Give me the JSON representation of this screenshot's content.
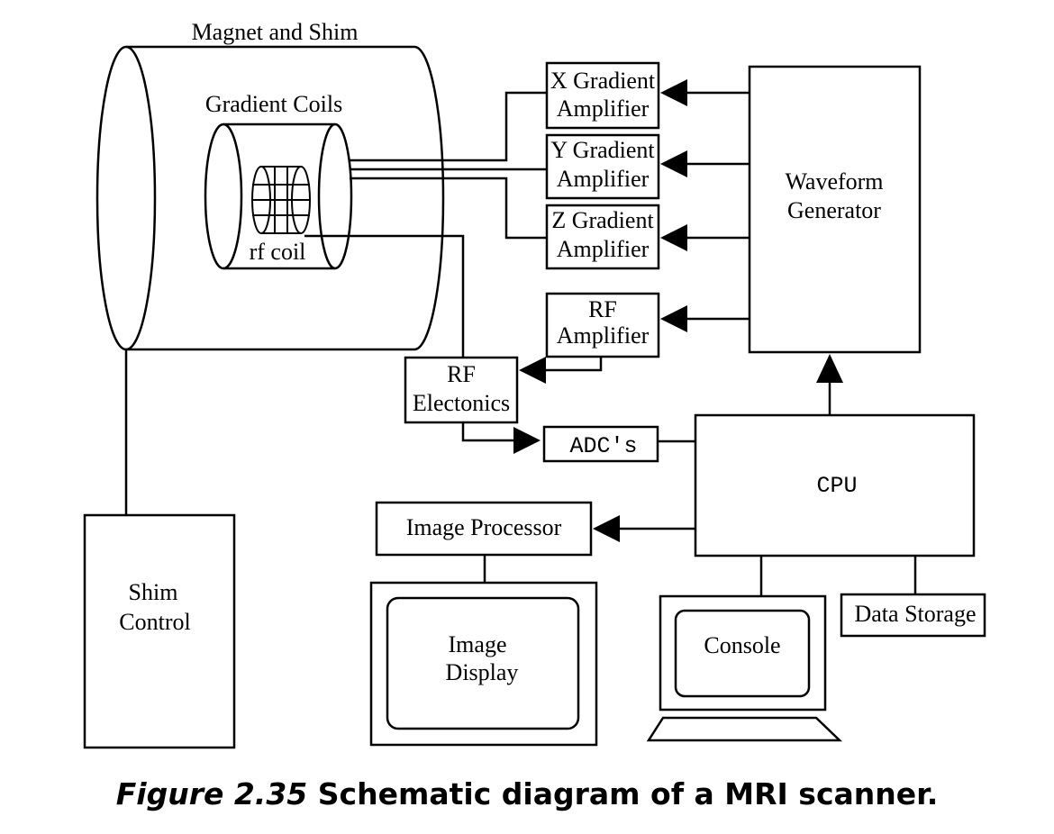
{
  "diagram": {
    "labels": {
      "magnet_and_shim": "Magnet and Shim",
      "gradient_coils": "Gradient Coils",
      "rf_coil": "rf coil",
      "x_amp_line1": "X Gradient",
      "x_amp_line2": "Amplifier",
      "y_amp_line1": "Y Gradient",
      "y_amp_line2": "Amplifier",
      "z_amp_line1": "Z Gradient",
      "z_amp_line2": "Amplifier",
      "rf_amp_line1": "RF",
      "rf_amp_line2": "Amplifier",
      "waveform_line1": "Waveform",
      "waveform_line2": "Generator",
      "rf_elec_line1": "RF",
      "rf_elec_line2": "Electonics",
      "adcs": "ADC's",
      "cpu": "CPU",
      "image_processor": "Image Processor",
      "image_display_line1": "Image",
      "image_display_line2": "Display",
      "console": "Console",
      "data_storage": "Data Storage",
      "shim_control_line1": "Shim",
      "shim_control_line2": "Control"
    }
  },
  "caption": {
    "figure_number": "Figure 2.35",
    "text": "Schematic diagram of a MRI scanner."
  }
}
